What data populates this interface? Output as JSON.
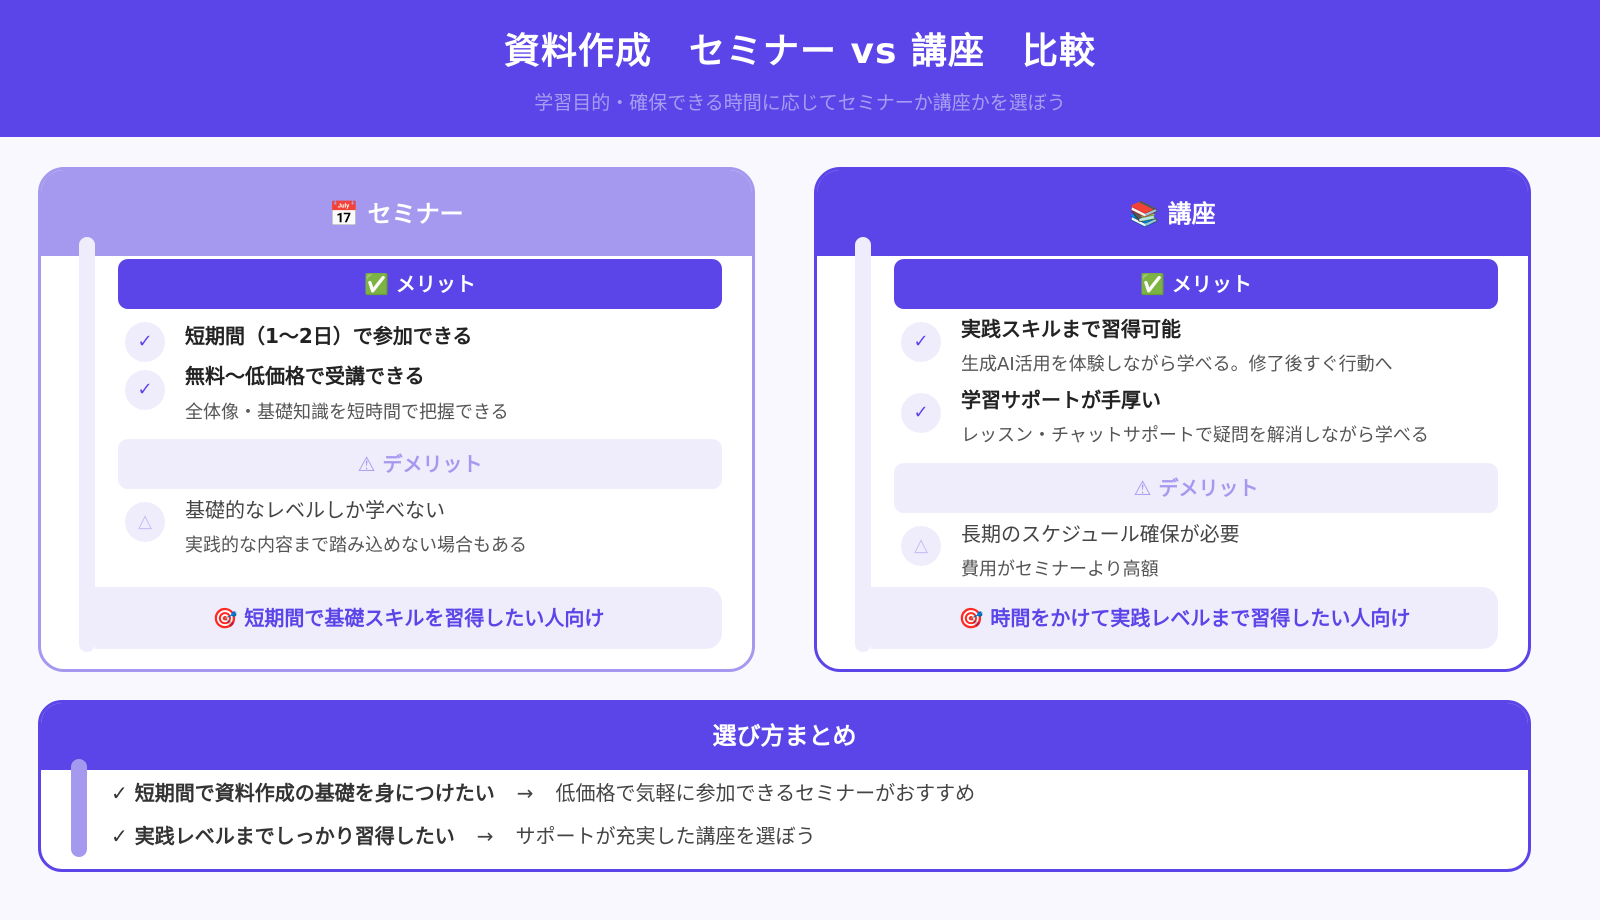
{
  "header": {
    "title": "資料作成　セミナー vs 講座　比較",
    "subtitle": "学習目的・確保できる時間に応じてセミナーか講座かを選ぼう"
  },
  "colors": {
    "primary": "#5b45e8",
    "secondary": "#a599ef",
    "light": "#efedfc"
  },
  "seminar": {
    "icon": "calendar-icon",
    "title": "📅 セミナー",
    "merit_label": "✅ メリット",
    "merits": [
      {
        "title": "短期間（1〜2日）で参加できる"
      },
      {
        "title": "無料〜低価格で受講できる",
        "desc": "全体像・基礎知識を短時間で把握できる"
      }
    ],
    "demerit_label": "⚠ デメリット",
    "demerits": [
      {
        "title": "基礎的なレベルしか学べない",
        "desc": "実践的な内容まで踏み込めない場合もある"
      }
    ],
    "target": "🎯 短期間で基礎スキルを習得したい人向け"
  },
  "course": {
    "icon": "books-icon",
    "title": "📚 講座",
    "merit_label": "✅ メリット",
    "merits": [
      {
        "title": "実践スキルまで習得可能",
        "desc": "生成AI活用を体験しながら学べる。修了後すぐ行動へ"
      },
      {
        "title": "学習サポートが手厚い",
        "desc": "レッスン・チャットサポートで疑問を解消しながら学べる"
      }
    ],
    "demerit_label": "⚠ デメリット",
    "demerits": [
      {
        "title": "長期のスケジュール確保が必要",
        "desc": "費用がセミナーより高額"
      }
    ],
    "target": "🎯 時間をかけて実践レベルまで習得したい人向け"
  },
  "summary": {
    "title": "選び方まとめ",
    "rows": [
      {
        "key": "✓ 短期間で資料作成の基礎を身につけたい",
        "arrow": "→",
        "value": "低価格で気軽に参加できるセミナーがおすすめ"
      },
      {
        "key": "✓ 実践レベルまでしっかり習得したい",
        "arrow": "→",
        "value": "サポートが充実した講座を選ぼう"
      }
    ]
  },
  "marks": {
    "check": "✓",
    "triangle": "△"
  }
}
